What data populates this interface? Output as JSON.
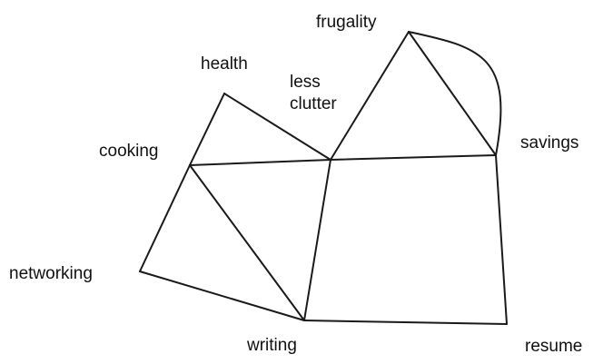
{
  "diagram": {
    "nodes": [
      {
        "id": "frugality",
        "label": "frugality"
      },
      {
        "id": "health",
        "label": "health"
      },
      {
        "id": "less_clutter",
        "label_lines": [
          "less",
          "clutter"
        ]
      },
      {
        "id": "cooking",
        "label": "cooking"
      },
      {
        "id": "savings",
        "label": "savings"
      },
      {
        "id": "networking",
        "label": "networking"
      },
      {
        "id": "writing",
        "label": "writing"
      },
      {
        "id": "resume",
        "label": "resume"
      }
    ],
    "edges": [
      {
        "from": "health",
        "to": "cooking"
      },
      {
        "from": "health",
        "to": "less_clutter"
      },
      {
        "from": "cooking",
        "to": "less_clutter"
      },
      {
        "from": "less_clutter",
        "to": "frugality"
      },
      {
        "from": "less_clutter",
        "to": "savings"
      },
      {
        "from": "frugality",
        "to": "savings"
      },
      {
        "from": "frugality",
        "to": "savings",
        "curved": true
      },
      {
        "from": "cooking",
        "to": "networking"
      },
      {
        "from": "cooking",
        "to": "writing"
      },
      {
        "from": "networking",
        "to": "writing"
      },
      {
        "from": "less_clutter",
        "to": "writing"
      },
      {
        "from": "writing",
        "to": "resume"
      },
      {
        "from": "savings",
        "to": "resume"
      }
    ]
  },
  "colors": {
    "line": "#1a1a1a",
    "text": "#111111",
    "background": "#ffffff"
  }
}
